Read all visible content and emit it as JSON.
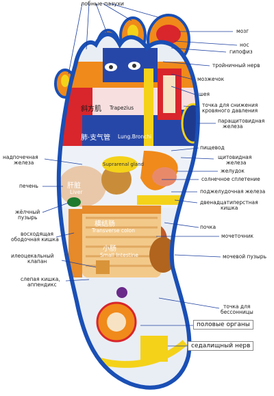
{
  "colors": {
    "outline": "#1a4fb5",
    "yellow": "#f4d21a",
    "red": "#d8262c",
    "orange": "#f08a1a",
    "blue": "#2747a8",
    "skin": "#f7e3c4",
    "intestine": "#f3c98a",
    "foot_bg": "#e9eef5",
    "leader": "#1a3d9e"
  },
  "labels": {
    "top": "лобные пазухи",
    "brain": "мозг",
    "nose": "нос",
    "pituitary": "гипофиз",
    "trigeminal": "тройничный нерв",
    "cerebellum": "мозжечок",
    "neck": "шея",
    "bp_point_1": "точка для снижения",
    "bp_point_2": "кровяного давления",
    "parathyroid_1": "паращитовидная",
    "parathyroid_2": "железа",
    "esophagus": "пищевод",
    "thyroid_1": "щитовидная",
    "thyroid_2": "железа",
    "stomach": "желудок",
    "solar": "солнечное сплетение",
    "pancreas": "поджелудочная железа",
    "duodenum_1": "двенадцатиперстная",
    "duodenum_2": "кишка",
    "kidney": "почка",
    "ureter": "мочеточник",
    "bladder": "мочевой пузырь",
    "insomnia_1": "точка для",
    "insomnia_2": "бессонницы",
    "genitals": "половые органы",
    "sciatic": "седалищный нерв",
    "adrenal_1": "надпочечная",
    "adrenal_2": "железа",
    "liver": "печень",
    "gallbladder_1": "жёлчный",
    "gallbladder_2": "пузырь",
    "ascending_1": "восходящая",
    "ascending_2": "ободочная кишка",
    "ileocecal_1": "илеоцекальный",
    "ileocecal_2": "клапан",
    "cecum_1": "слепая кишка,",
    "cecum_2": "аппендикс"
  },
  "inner_labels": {
    "trapezius_cn": "斜方肌",
    "trapezius": "Trapezius",
    "lung_cn": "肺·支气管",
    "lung": "Lung.Bronchi",
    "adrenal_inner": "Suprarenal gland",
    "liver_cn": "肝脏",
    "liver": "Liver",
    "colon_cn": "横结肠",
    "colon": "Transverse colon",
    "small_cn": "小肠",
    "small": "Small Intestine"
  }
}
